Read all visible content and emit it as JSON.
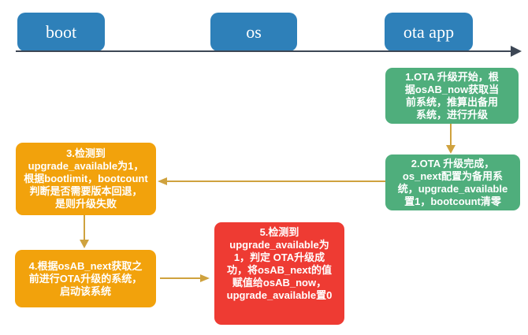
{
  "lanes": [
    {
      "label": "boot"
    },
    {
      "label": "os"
    },
    {
      "label": "ota app"
    }
  ],
  "steps": [
    {
      "id": "step-1",
      "owner": "ota app",
      "color": "#4fae7c",
      "text": "1.OTA 升级开始，根\n据osAB_now获取当\n前系统，推算出备用\n系统，进行升级"
    },
    {
      "id": "step-2",
      "owner": "ota app",
      "color": "#4fae7c",
      "text": "2.OTA 升级完成，\nos_next配置为备用系\n统，upgrade_available\n置1，bootcount清零"
    },
    {
      "id": "step-3",
      "owner": "boot",
      "color": "#f2a20c",
      "text": "3.检测到\nupgrade_available为1，\n根据bootlimit，bootcount\n判断是否需要版本回退，\n是则升级失败"
    },
    {
      "id": "step-4",
      "owner": "boot",
      "color": "#f2a20c",
      "text": "4.根据osAB_next获取之\n前进行OTA升级的系统，\n启动该系统"
    },
    {
      "id": "step-5",
      "owner": "os",
      "color": "#ee3b33",
      "text": "5.检测到\nupgrade_available为\n1，判定 OTA升级成\n功，将osAB_next的值\n赋值给osAB_now，\nupgrade_available置0"
    }
  ],
  "connectors": [
    {
      "from": "step-1",
      "to": "step-2",
      "direction": "down"
    },
    {
      "from": "step-2",
      "to": "step-3",
      "direction": "left"
    },
    {
      "from": "step-3",
      "to": "step-4",
      "direction": "down"
    },
    {
      "from": "step-4",
      "to": "step-5",
      "direction": "right"
    }
  ],
  "colors": {
    "lane_blue": "#2e80b9",
    "step_green": "#4fae7c",
    "step_orange": "#f2a20c",
    "step_red": "#ee3b33",
    "connector_gold": "#cfa23e",
    "timeline_dark": "#3d4755",
    "text": "#ffffff",
    "background": "#ffffff"
  }
}
